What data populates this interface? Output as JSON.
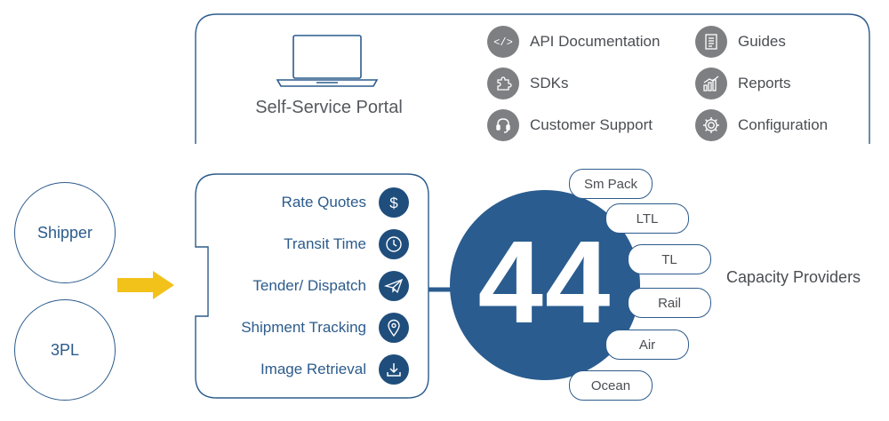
{
  "portal": {
    "title": "Self-Service Portal",
    "resources_left": [
      {
        "label": "API Documentation",
        "icon": "code-icon"
      },
      {
        "label": "SDKs",
        "icon": "puzzle-icon"
      },
      {
        "label": "Customer Support",
        "icon": "headset-icon"
      }
    ],
    "resources_right": [
      {
        "label": "Guides",
        "icon": "document-icon"
      },
      {
        "label": "Reports",
        "icon": "bar-chart-icon"
      },
      {
        "label": "Configuration",
        "icon": "gear-icon"
      }
    ]
  },
  "actors": [
    {
      "label": "Shipper"
    },
    {
      "label": "3PL"
    }
  ],
  "services": [
    {
      "label": "Rate Quotes",
      "icon": "dollar-icon"
    },
    {
      "label": "Transit Time",
      "icon": "clock-icon"
    },
    {
      "label": "Tender/ Dispatch",
      "icon": "paper-plane-icon"
    },
    {
      "label": "Shipment Tracking",
      "icon": "location-pin-icon"
    },
    {
      "label": "Image Retrieval",
      "icon": "download-icon"
    }
  ],
  "capacity": {
    "number": "44",
    "label": "Capacity Providers",
    "modes": [
      "Sm Pack",
      "LTL",
      "TL",
      "Rail",
      "Air",
      "Ocean"
    ]
  },
  "colors": {
    "brand_blue": "#2a5c8f",
    "dark_blue": "#1f4e7c",
    "arrow_yellow": "#f2c21b",
    "icon_gray": "#7d7f82"
  }
}
